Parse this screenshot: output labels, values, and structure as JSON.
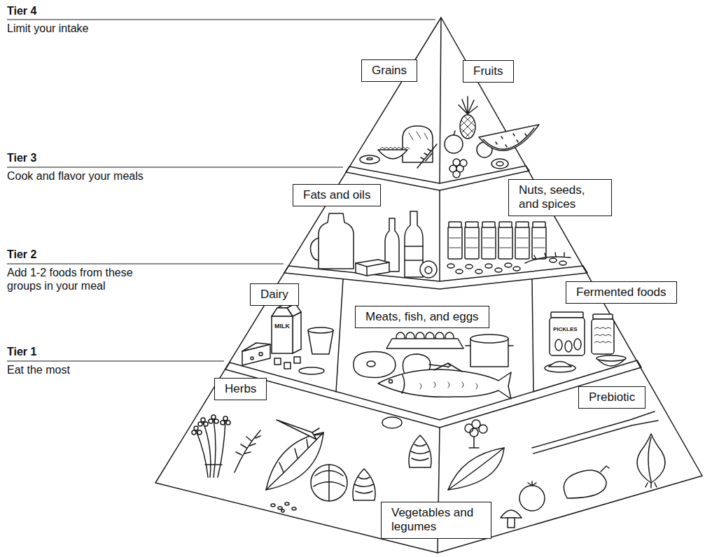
{
  "diagram": {
    "nodes": [
      {
        "text": [
          "Grains"
        ]
      },
      {
        "text": [
          "Fruits"
        ]
      },
      {
        "text": [
          "Fats and oils"
        ]
      },
      {
        "text": [
          "Nuts, seeds, and spices"
        ]
      },
      {
        "text": [
          "Dairy"
        ]
      },
      {
        "text": [
          "Meats, fish, and eggs"
        ]
      },
      {
        "text": [
          "Fermented foods"
        ]
      },
      {
        "text": [
          "Herbs"
        ]
      },
      {
        "text": [
          "Prebiotic"
        ]
      },
      {
        "text": [
          "Vegetables and legumes"
        ]
      }
    ],
    "labels": [
      "Tier 4",
      "Limit your intake",
      "Tier 3",
      "Cook and flavor your meals",
      "Tier 2",
      "Add 1-2 foods from these groups in your meal",
      "Tier 1",
      "Eat the most",
      "MILK",
      "PICKLES"
    ]
  }
}
